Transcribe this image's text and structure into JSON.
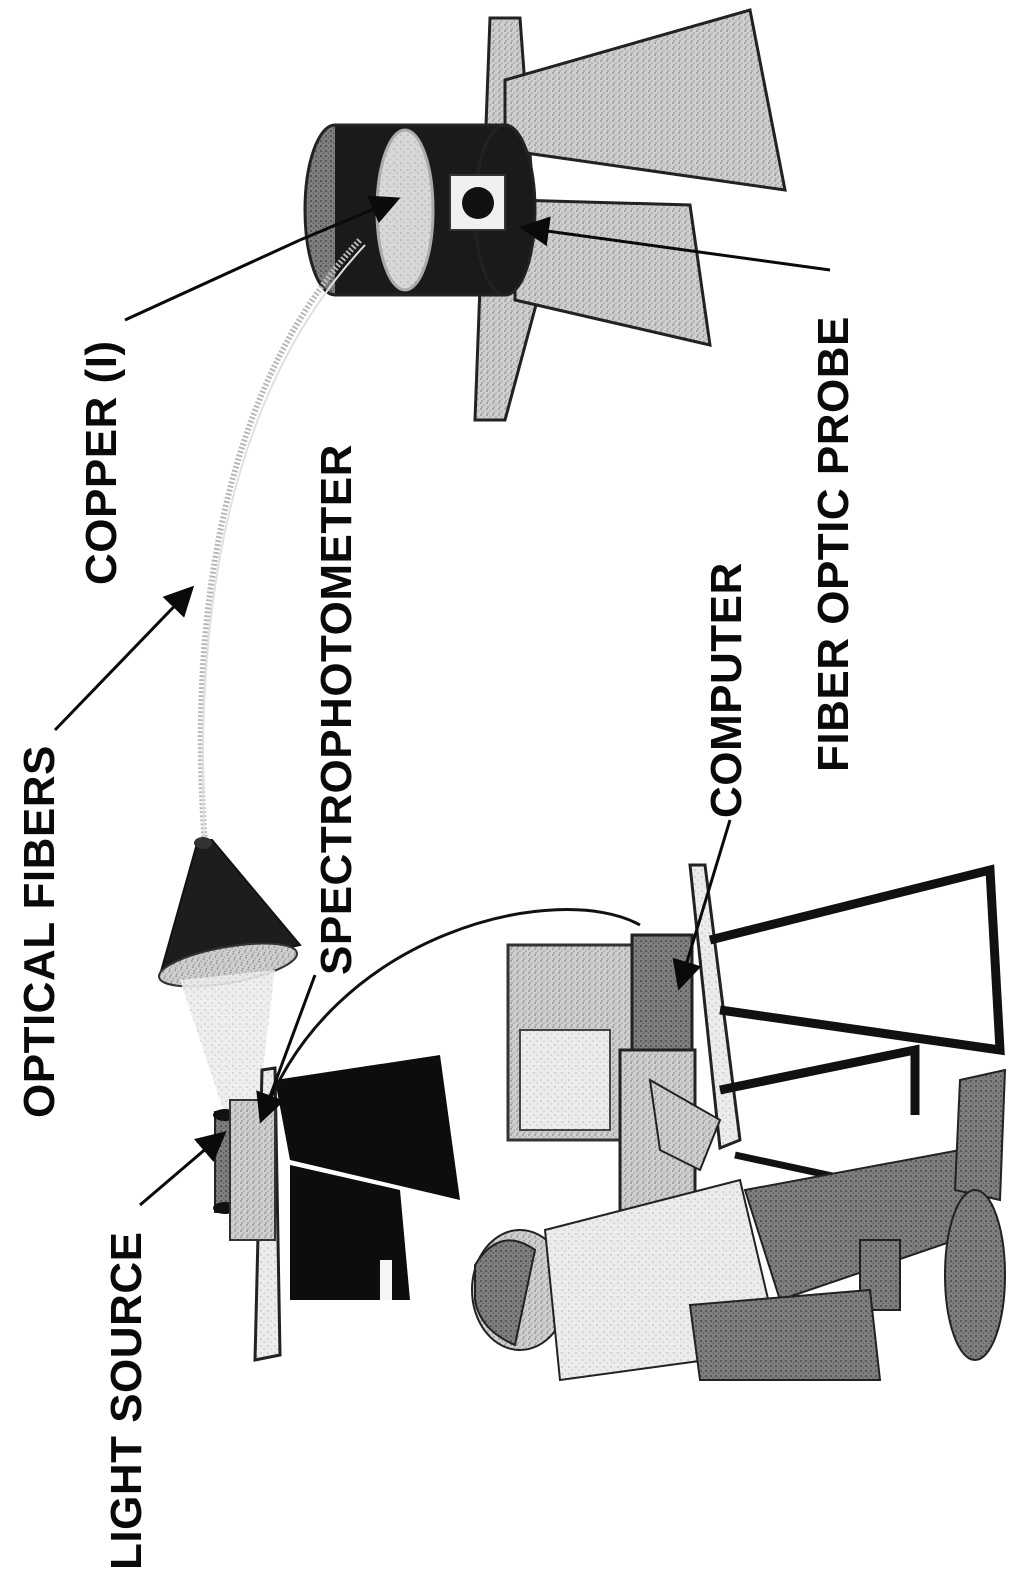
{
  "labels": {
    "light_source": "LIGHT SOURCE",
    "optical_fibers": "OPTICAL FIBERS",
    "spectrophotometer": "SPECTROPHOTOMETER",
    "copper": "COPPER (I)",
    "computer": "COMPUTER",
    "fiber_optic_probe": "FIBER OPTIC PROBE"
  },
  "colors": {
    "ink": "#0a0a0a",
    "light_gray": "#c8c8c8",
    "mid_gray": "#9a9a9a",
    "dark_gray": "#5a5a5a",
    "black_fill": "#111111"
  }
}
